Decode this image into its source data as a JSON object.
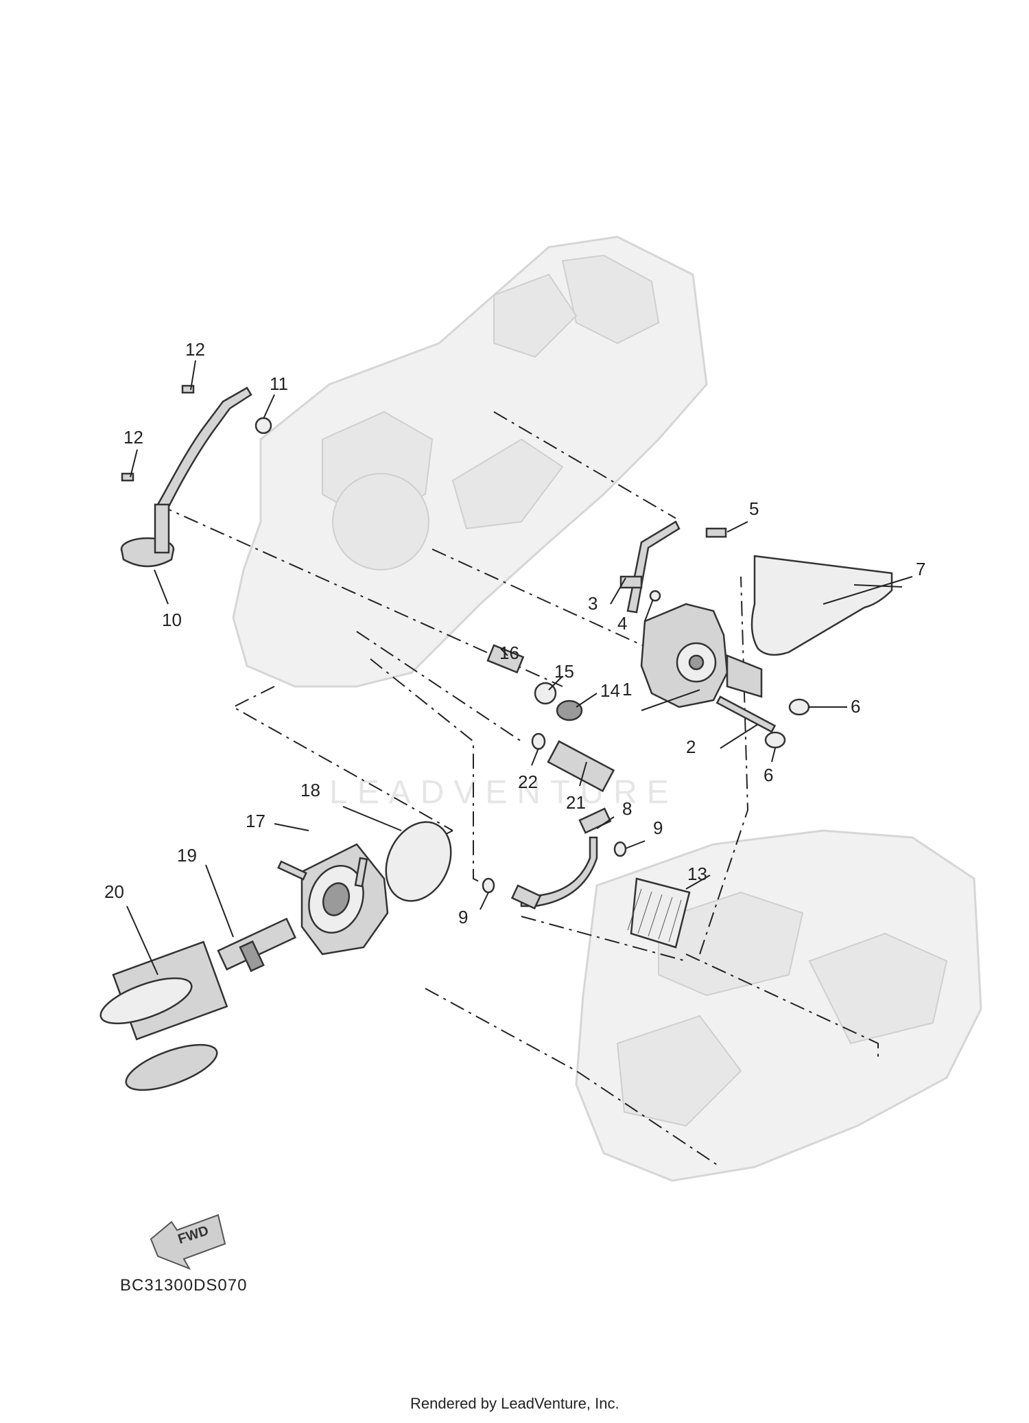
{
  "callouts": [
    {
      "id": "1",
      "text": "1"
    },
    {
      "id": "2",
      "text": "2"
    },
    {
      "id": "3",
      "text": "3"
    },
    {
      "id": "4",
      "text": "4"
    },
    {
      "id": "5",
      "text": "5"
    },
    {
      "id": "6a",
      "text": "6"
    },
    {
      "id": "6b",
      "text": "6"
    },
    {
      "id": "7",
      "text": "7"
    },
    {
      "id": "8",
      "text": "8"
    },
    {
      "id": "9a",
      "text": "9"
    },
    {
      "id": "9b",
      "text": "9"
    },
    {
      "id": "10",
      "text": "10"
    },
    {
      "id": "11",
      "text": "11"
    },
    {
      "id": "12a",
      "text": "12"
    },
    {
      "id": "12b",
      "text": "12"
    },
    {
      "id": "13",
      "text": "13"
    },
    {
      "id": "14",
      "text": "14"
    },
    {
      "id": "15",
      "text": "15"
    },
    {
      "id": "16",
      "text": "16"
    },
    {
      "id": "17",
      "text": "17"
    },
    {
      "id": "18",
      "text": "18"
    },
    {
      "id": "19",
      "text": "19"
    },
    {
      "id": "20",
      "text": "20"
    },
    {
      "id": "21",
      "text": "21"
    },
    {
      "id": "22",
      "text": "22"
    }
  ],
  "fwd_label": "FWD",
  "diagram_code": "BC31300DS070",
  "watermark": "LEADVENTURE",
  "footer_credit": "Rendered by LeadVenture, Inc."
}
